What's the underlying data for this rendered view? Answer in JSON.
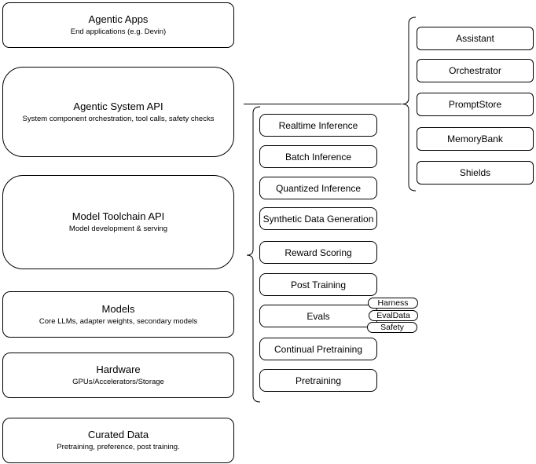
{
  "colors": {
    "stroke": "#000000",
    "canvas_background": "#ffffff",
    "box_fill": "#ffffff"
  },
  "diagram": {
    "stack": [
      {
        "title": "Agentic Apps",
        "subtitle": "End applications (e.g. Devin)"
      },
      {
        "title": "Agentic System API",
        "subtitle": "System component orchestration, tool calls, safety checks"
      },
      {
        "title": "Model Toolchain API",
        "subtitle": "Model development & serving"
      },
      {
        "title": "Models",
        "subtitle": "Core LLMs, adapter weights, secondary models"
      },
      {
        "title": "Hardware",
        "subtitle": "GPUs/Accelerators/Storage"
      },
      {
        "title": "Curated Data",
        "subtitle": "Pretraining, preference, post training."
      }
    ],
    "toolchain_items": [
      "Realtime Inference",
      "Batch Inference",
      "Quantized Inference",
      "Synthetic Data Generation",
      "Reward Scoring",
      "Post Training",
      "Evals",
      "Continual Pretraining",
      "Pretraining"
    ],
    "evals_pills": [
      "Harness",
      "EvalData",
      "Safety"
    ],
    "system_components": [
      "Assistant",
      "Orchestrator",
      "PromptStore",
      "MemoryBank",
      "Shields"
    ]
  }
}
